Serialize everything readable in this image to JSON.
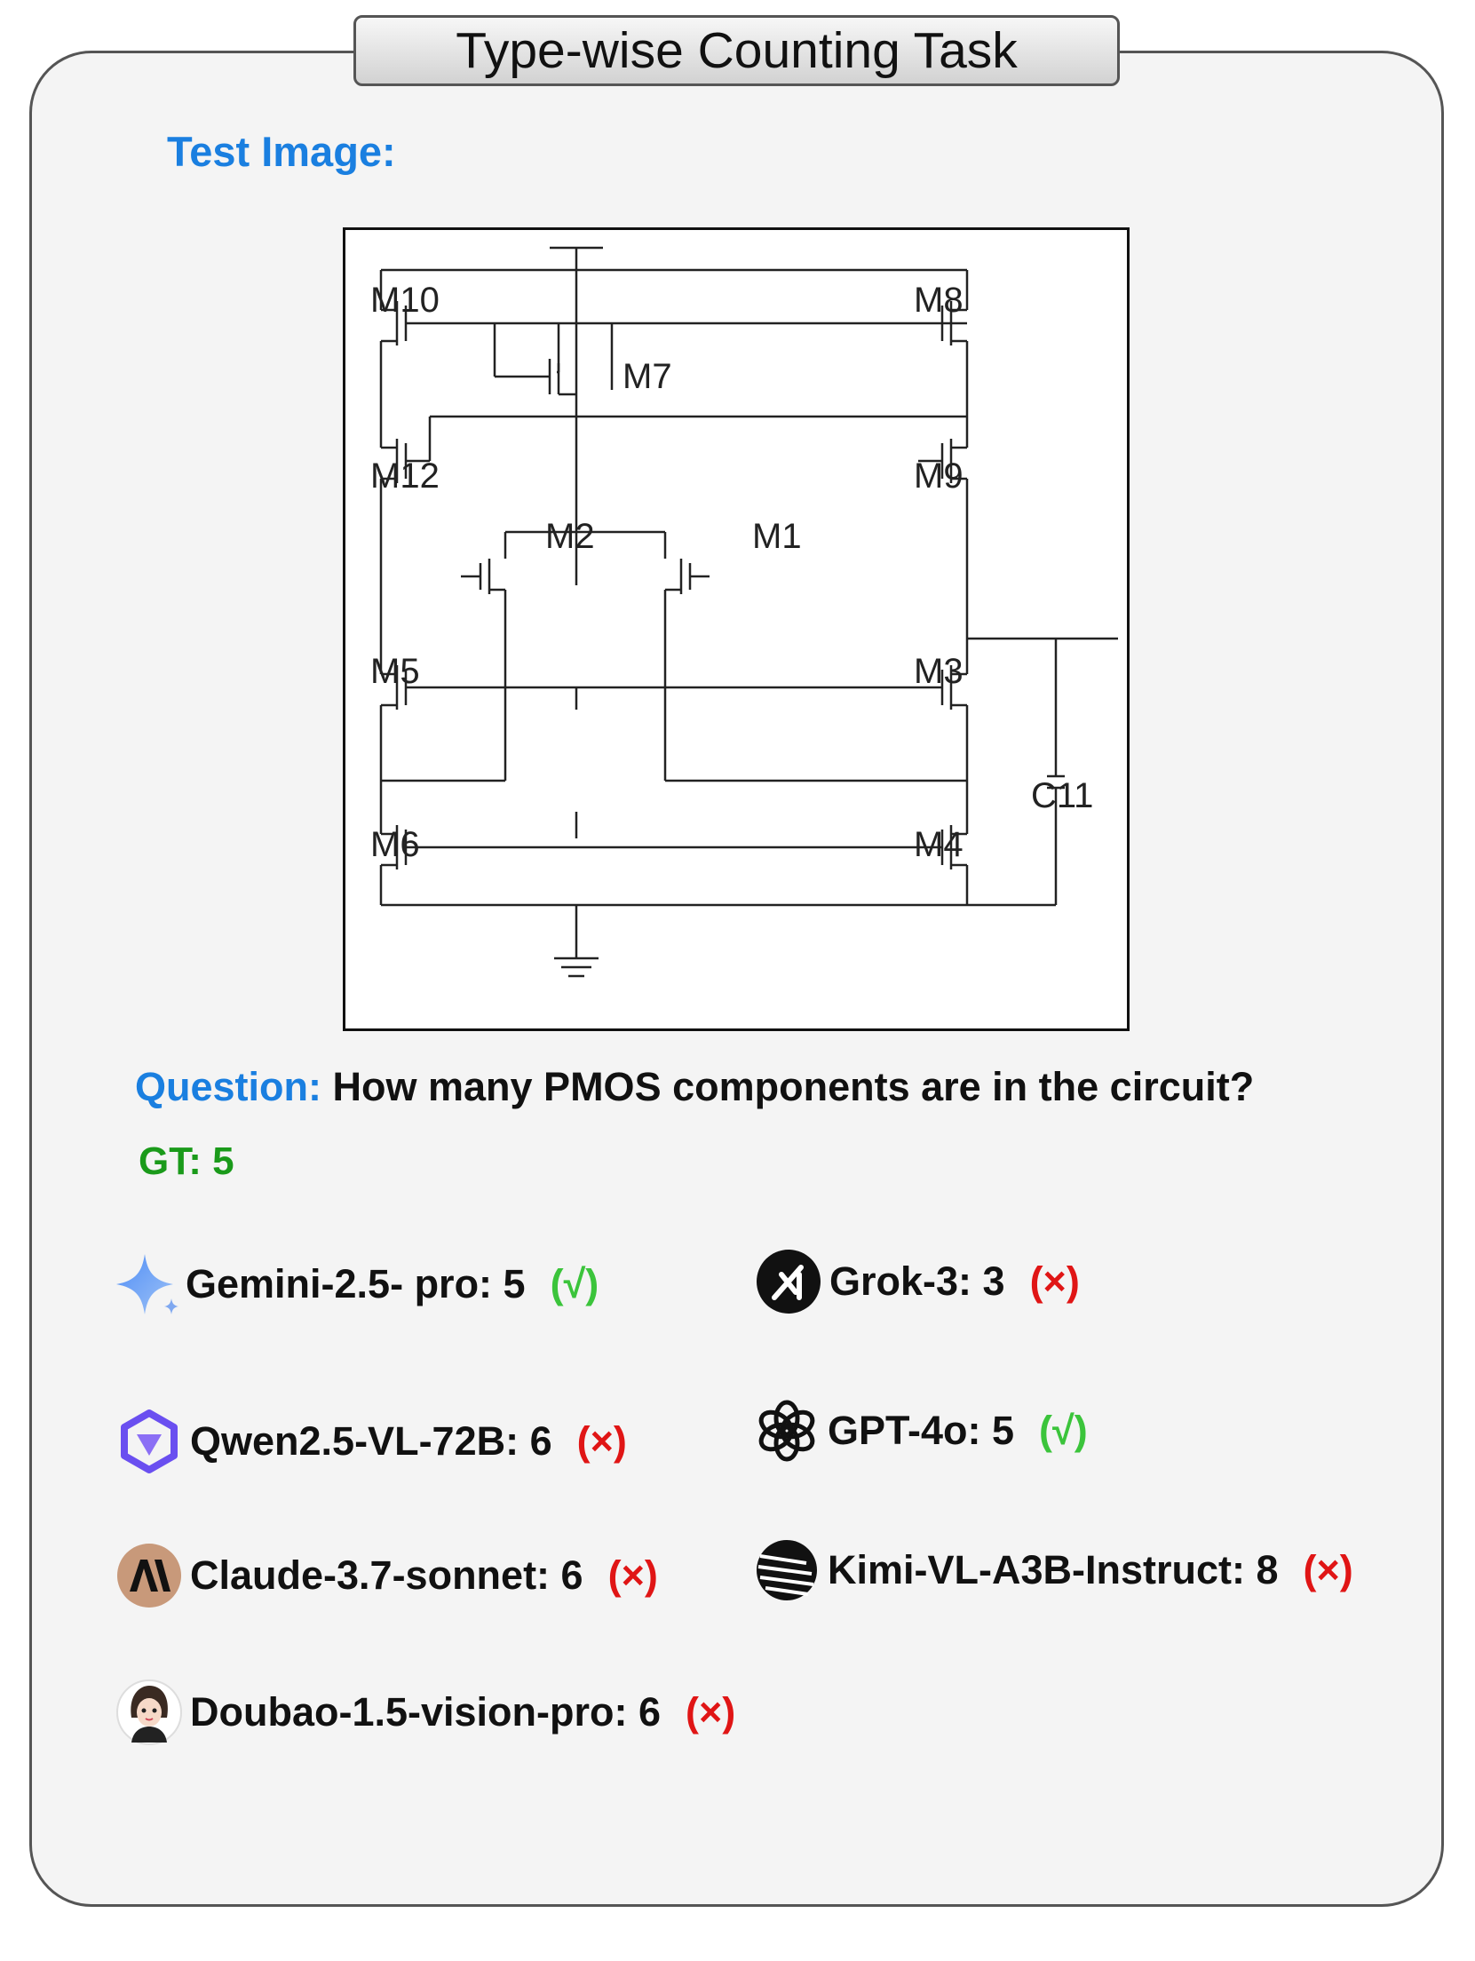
{
  "title": "Type-wise Counting Task",
  "test_image_label": "Test Image:",
  "circuit": {
    "labels": [
      "M10",
      "M8",
      "M7",
      "M12",
      "M9",
      "M2",
      "M1",
      "M5",
      "M3",
      "C11",
      "M6",
      "M4"
    ]
  },
  "question": {
    "label": "Question:",
    "text": "How many PMOS components are in the circuit?"
  },
  "ground_truth": "GT: 5",
  "results": [
    {
      "model": "Gemini-2.5- pro: 5",
      "mark": "(√)",
      "correct": true,
      "icon": "gemini-sparkle-icon"
    },
    {
      "model": "Grok-3: 3",
      "mark": "(×)",
      "correct": false,
      "icon": "grok-icon"
    },
    {
      "model": "Qwen2.5-VL-72B: 6",
      "mark": "(×)",
      "correct": false,
      "icon": "qwen-icon"
    },
    {
      "model": "GPT-4o: 5",
      "mark": "(√)",
      "correct": true,
      "icon": "openai-icon"
    },
    {
      "model": "Claude-3.7-sonnet: 6",
      "mark": "(×)",
      "correct": false,
      "icon": "anthropic-icon"
    },
    {
      "model": "Kimi-VL-A3B-Instruct: 8",
      "mark": "(×)",
      "correct": false,
      "icon": "kimi-icon"
    },
    {
      "model": "Doubao-1.5-vision-pro: 6",
      "mark": "(×)",
      "correct": false,
      "icon": "doubao-avatar-icon"
    }
  ],
  "colors": {
    "accent_blue": "#1a7fe0",
    "gt_green": "#1a9a1a",
    "correct_green": "#3bc43b",
    "wrong_red": "#e01515"
  }
}
